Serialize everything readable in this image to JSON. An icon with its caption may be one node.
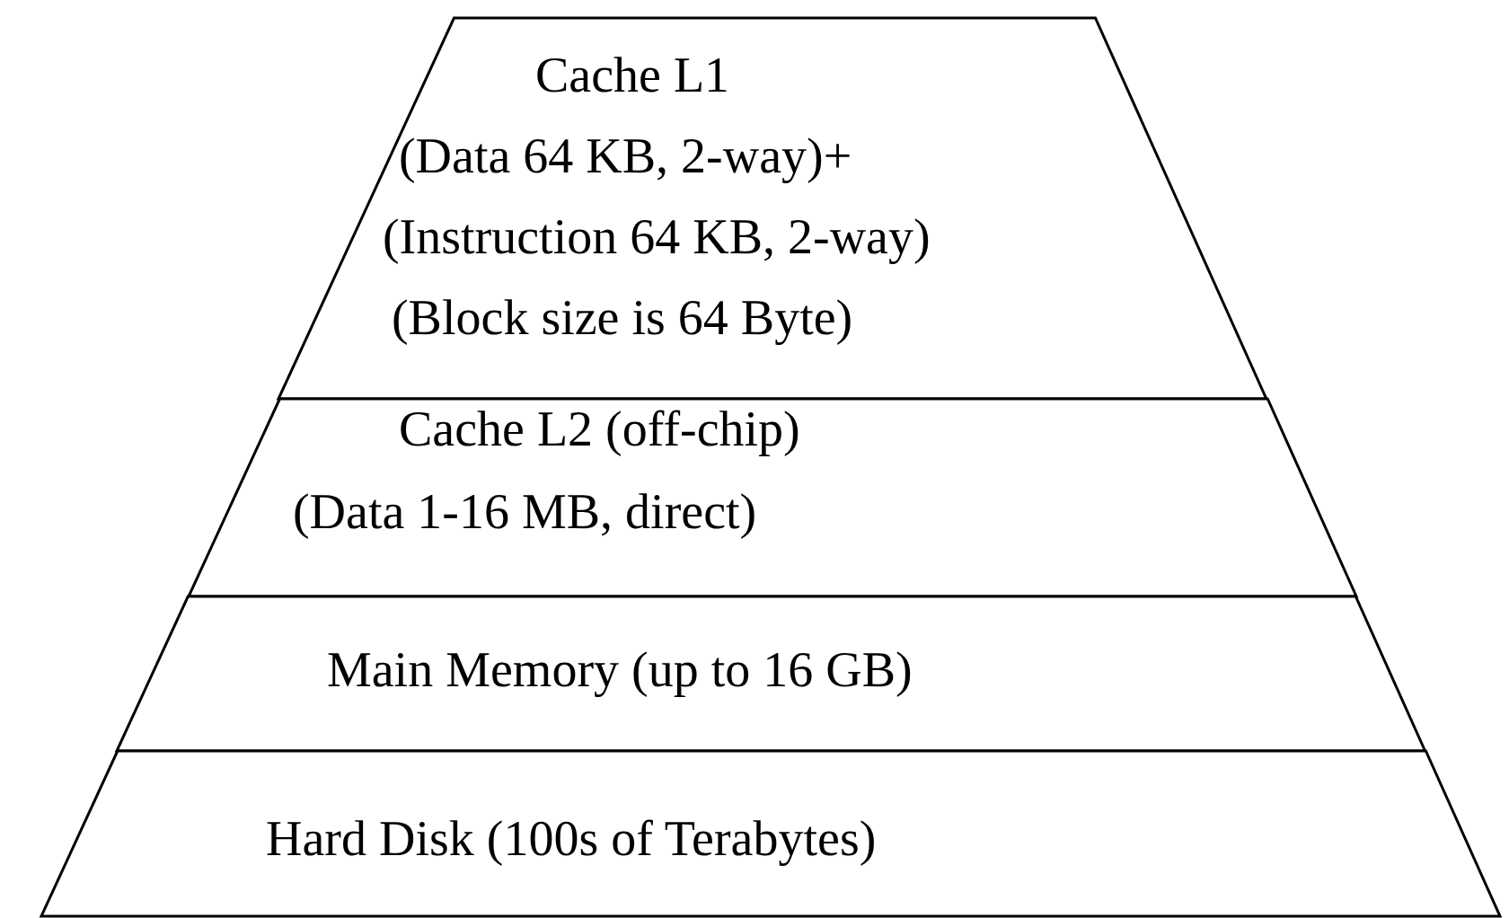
{
  "diagram": {
    "nodes": [
      {
        "text": [
          "Cache L1",
          "(Data 64 KB, 2-way)+",
          "(Instruction 64 KB, 2-way)",
          "(Block size is 64 Byte)"
        ]
      },
      {
        "text": [
          "Cache L2 (off-chip)",
          "(Data 1-16 MB, direct)"
        ]
      },
      {
        "text": [
          "Main Memory (up to 16 GB)"
        ]
      },
      {
        "text": [
          "Hard Disk (100s of Terabytes)"
        ]
      }
    ],
    "edges": []
  }
}
